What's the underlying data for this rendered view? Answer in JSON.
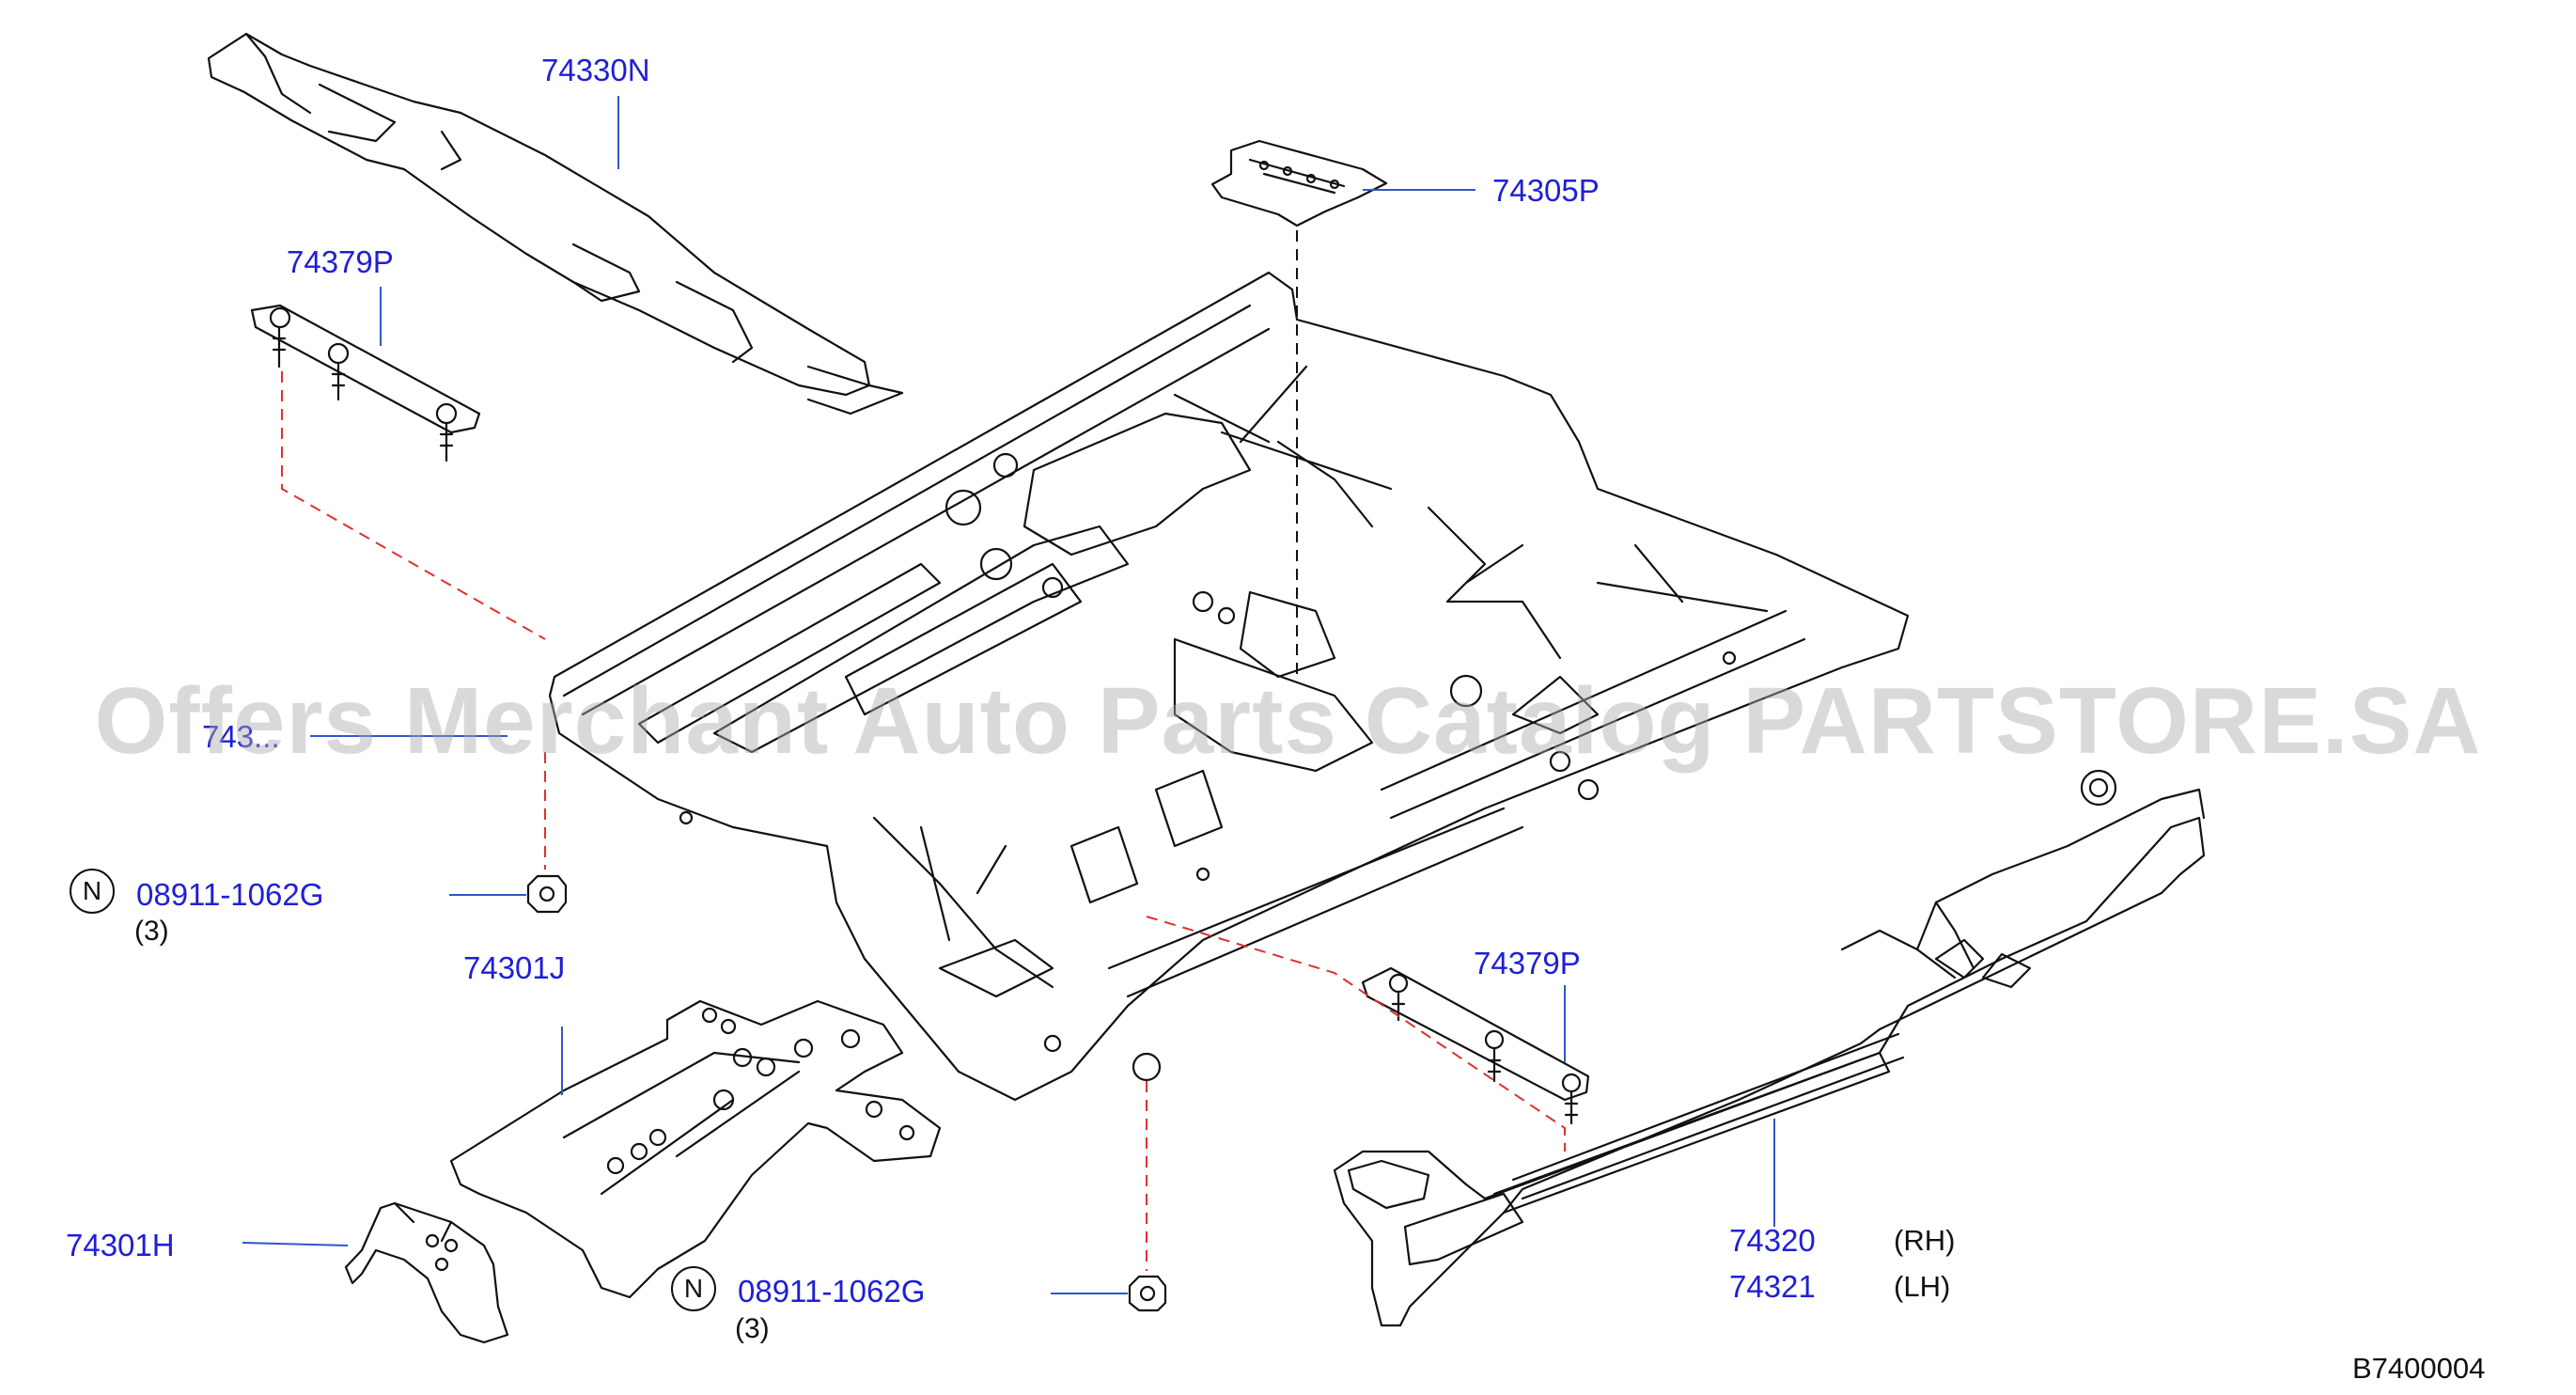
{
  "parts": {
    "rear_member": "74330N",
    "bracket_top_right": "74305P",
    "bracket_left": "74379P",
    "floor_partial": "743...",
    "nut_upper": "08911-1062G",
    "nut_upper_qty": "(3)",
    "front_member": "74301J",
    "front_bracket": "74301H",
    "nut_lower": "08911-1062G",
    "nut_lower_qty": "(3)",
    "bracket_right": "74379P",
    "sill_rh": "74320",
    "sill_lh": "74321",
    "rh": "(RH)",
    "lh": "(LH)"
  },
  "symbols": {
    "n_symbol": "N"
  },
  "diagram_code": "B7400004",
  "watermark": "Offers Merchant Auto Parts Catalog PARTSTORE.SA",
  "colors": {
    "label": "#1f1fd6",
    "leader": "#3355cc",
    "dashed": "#e03030",
    "line": "#111111"
  }
}
